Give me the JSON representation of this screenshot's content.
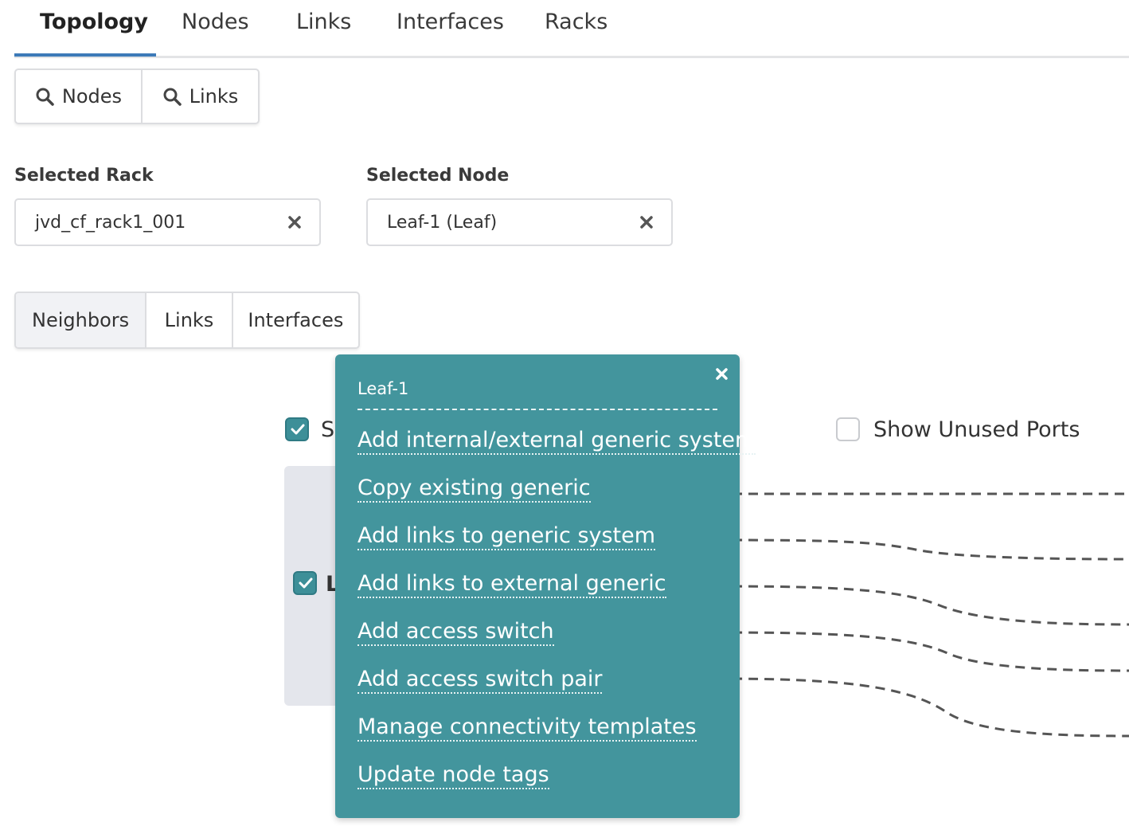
{
  "tabs": [
    {
      "label": "Topology",
      "active": true
    },
    {
      "label": "Nodes"
    },
    {
      "label": "Links"
    },
    {
      "label": "Interfaces"
    },
    {
      "label": "Racks"
    }
  ],
  "search": {
    "nodes_label": "Nodes",
    "links_label": "Links"
  },
  "selected_rack": {
    "label": "Selected Rack",
    "value": "jvd_cf_rack1_001"
  },
  "selected_node": {
    "label": "Selected Node",
    "value": "Leaf-1 (Leaf)"
  },
  "subtabs": [
    {
      "label": "Neighbors",
      "active": true
    },
    {
      "label": "Links"
    },
    {
      "label": "Interfaces"
    }
  ],
  "graph": {
    "checkbox1_partial_label": "S",
    "checkbox2_partial_label": "L",
    "show_unused_ports_label": "Show Unused Ports",
    "show_unused_ports_checked": false
  },
  "popover": {
    "title": "Leaf-1",
    "items": [
      "Add internal/external generic system",
      "Copy existing generic",
      "Add links to generic system",
      "Add links to external generic",
      "Add access switch",
      "Add access switch pair",
      "Manage connectivity templates",
      "Update node tags"
    ]
  },
  "colors": {
    "accent": "#3d7ab8",
    "popover_bg": "#43959d",
    "checkbox": "#3d8f98"
  }
}
